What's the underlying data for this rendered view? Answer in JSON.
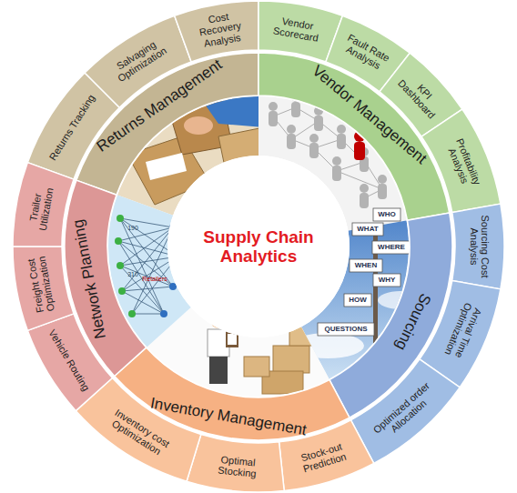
{
  "diagram": {
    "nodes": [
      {
        "text": [
          "Supply Chain Analytics"
        ]
      },
      {
        "text": [
          "Returns Management"
        ]
      },
      {
        "text": [
          "Returns Tracking"
        ]
      },
      {
        "text": [
          "Salvaging Optimization"
        ]
      },
      {
        "text": [
          "Cost Recovery Analysis"
        ]
      },
      {
        "text": [
          "Vendor Management"
        ]
      },
      {
        "text": [
          "Vendor Scorecard"
        ]
      },
      {
        "text": [
          "Fault Rate Analysis"
        ]
      },
      {
        "text": [
          "KPI Dashboard"
        ]
      },
      {
        "text": [
          "Profitability Analysis"
        ]
      },
      {
        "text": [
          "Sourcing"
        ]
      },
      {
        "text": [
          "Sourcing Cost Analysis"
        ]
      },
      {
        "text": [
          "Arrival Time Optimization"
        ]
      },
      {
        "text": [
          "Optimized order Allocation"
        ]
      },
      {
        "text": [
          "Inventory Management"
        ]
      },
      {
        "text": [
          "Stock-out Prediction"
        ]
      },
      {
        "text": [
          "Optimal Stocking"
        ]
      },
      {
        "text": [
          "Inventory cost Optimization"
        ]
      },
      {
        "text": [
          "Network Planning"
        ]
      },
      {
        "text": [
          "Vehicle Routing"
        ]
      },
      {
        "text": [
          "Freight Cost Optimization"
        ]
      },
      {
        "text": [
          "Trailer Utilization"
        ]
      }
    ],
    "labels": [
      "WHO",
      "WHAT",
      "WHERE",
      "WHEN",
      "WHY",
      "HOW",
      "QUESTIONS",
      "190",
      "310",
      "Retailers"
    ]
  }
}
